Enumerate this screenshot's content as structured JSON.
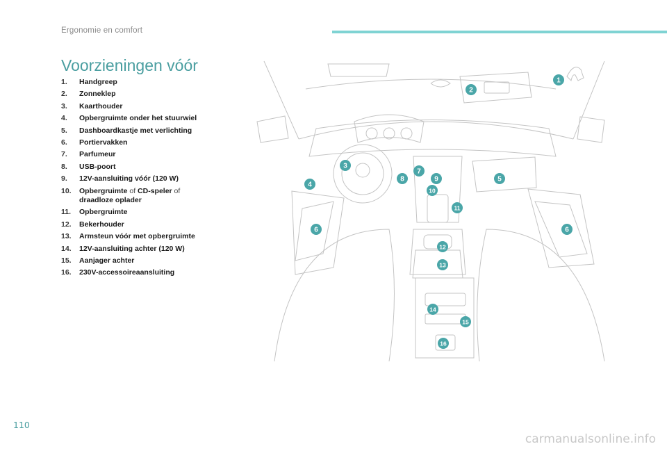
{
  "header": {
    "section": "Ergonomie en comfort",
    "bar_color": "#7fd3d3"
  },
  "title": "Voorzieningen vóór",
  "legend": [
    {
      "num": "1.",
      "parts": [
        "Handgreep"
      ]
    },
    {
      "num": "2.",
      "parts": [
        "Zonneklep"
      ]
    },
    {
      "num": "3.",
      "parts": [
        "Kaarthouder"
      ]
    },
    {
      "num": "4.",
      "parts": [
        "Opbergruimte onder het stuurwiel"
      ]
    },
    {
      "num": "5.",
      "parts": [
        "Dashboardkastje met verlichting"
      ]
    },
    {
      "num": "6.",
      "parts": [
        "Portiervakken"
      ]
    },
    {
      "num": "7.",
      "parts": [
        "Parfumeur"
      ]
    },
    {
      "num": "8.",
      "parts": [
        "USB-poort"
      ]
    },
    {
      "num": "9.",
      "parts": [
        "12V-aansluiting vóór (120 W)"
      ]
    },
    {
      "num": "10.",
      "parts": [
        "Opbergruimte",
        " of ",
        "CD-speler",
        " of ",
        "draadloze oplader"
      ]
    },
    {
      "num": "11.",
      "parts": [
        "Opbergruimte"
      ]
    },
    {
      "num": "12.",
      "parts": [
        "Bekerhouder"
      ]
    },
    {
      "num": "13.",
      "parts": [
        "Armsteun vóór met opbergruimte"
      ]
    },
    {
      "num": "14.",
      "parts": [
        "12V-aansluiting achter (120 W)"
      ]
    },
    {
      "num": "15.",
      "parts": [
        "Aanjager achter"
      ]
    },
    {
      "num": "16.",
      "parts": [
        "230V-accessoireaansluiting"
      ]
    }
  ],
  "markers": [
    "1",
    "2",
    "3",
    "4",
    "5",
    "6",
    "6",
    "7",
    "8",
    "9",
    "10",
    "11",
    "12",
    "13",
    "14",
    "15",
    "16"
  ],
  "marker_color": "#4aa6a8",
  "page_number": "110",
  "watermark": "carmanualsonline.info"
}
